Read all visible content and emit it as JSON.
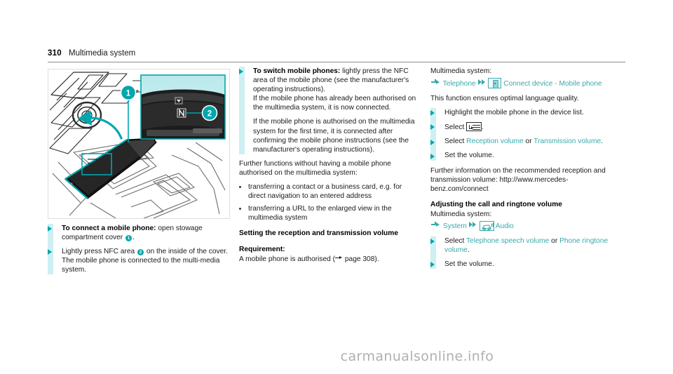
{
  "header": {
    "page_number": "310",
    "title": "Multimedia system"
  },
  "figure": {
    "name": "centre-console-nfc-illustration",
    "callout_1": "1",
    "callout_2": "2",
    "nfc_label": "N"
  },
  "column_left": {
    "b1_bold": "To connect a mobile phone:",
    "b1_rest": " open stowage compartment cover ",
    "b1_callout": "1",
    "b1_tail": ".",
    "b2_a": "Lightly press NFC area ",
    "b2_callout": "2",
    "b2_b": " on the inside of the cover.",
    "b2_c": "The mobile phone is connected to the multi-media system."
  },
  "column_middle": {
    "b1_bold": "To switch mobile phones:",
    "b1_rest": " lightly press the NFC area of the mobile phone (see the manufacturer's operating instructions).",
    "b1_p2": "If the mobile phone has already been authorised on the multimedia system, it is now connected.",
    "b1_p3": "If the mobile phone is authorised on the multimedia system for the first time, it is connected after confirming the mobile phone instructions (see the manufacturer's operating instructions).",
    "intro": "Further functions without having a mobile phone authorised on the multimedia system:",
    "bullets": [
      "transferring a contact or a business card, e.g. for direct navigation to an entered address",
      "transferring a URL to the enlarged view in the multimedia system"
    ],
    "heading": "Setting the reception and transmission volume",
    "requirement_label": "Requirement:",
    "requirement_text_a": "A mobile phone is authorised (",
    "requirement_text_b": " page 308)."
  },
  "column_right": {
    "lead": "Multimedia system:",
    "path1_seg1": "Telephone",
    "path1_seg2": "Connect device - Mobile phone",
    "path1_icon1": "enter-arrow-icon",
    "path1_icon2": "double-arrow-icon",
    "path1_icon3": "device-icon",
    "note": "This function ensures optimal language quality.",
    "step1": "Highlight the mobile phone in the device list.",
    "step2_a": "Select ",
    "step2_icon": "options-list-icon",
    "step2_b": ".",
    "step3_a": "Select ",
    "step3_link1": "Reception volume",
    "step3_mid": " or ",
    "step3_link2": "Transmission volume",
    "step3_b": ".",
    "step4": "Set the volume.",
    "further_info": "Further information on the recommended reception and transmission volume: http://www.mercedes-benz.com/connect",
    "heading2": "Adjusting the call and ringtone volume",
    "lead2": "Multimedia system:",
    "path2_seg1": "System",
    "path2_seg2": "Audio",
    "path2_icon1": "enter-arrow-icon",
    "path2_icon2": "double-arrow-icon",
    "path2_icon3": "audio-icon",
    "step5_a": "Select ",
    "step5_link1": "Telephone speech volume",
    "step5_mid": " or ",
    "step5_link2": "Phone ringtone volume",
    "step5_b": ".",
    "step6": "Set the volume."
  },
  "watermark": {
    "text": "carmanualsonline.info"
  },
  "colors": {
    "accent_teal": "#00a6ad",
    "link_teal": "#3aa9ac",
    "rail_cyan": "#cdf0f2",
    "text": "#1a1a1a"
  }
}
